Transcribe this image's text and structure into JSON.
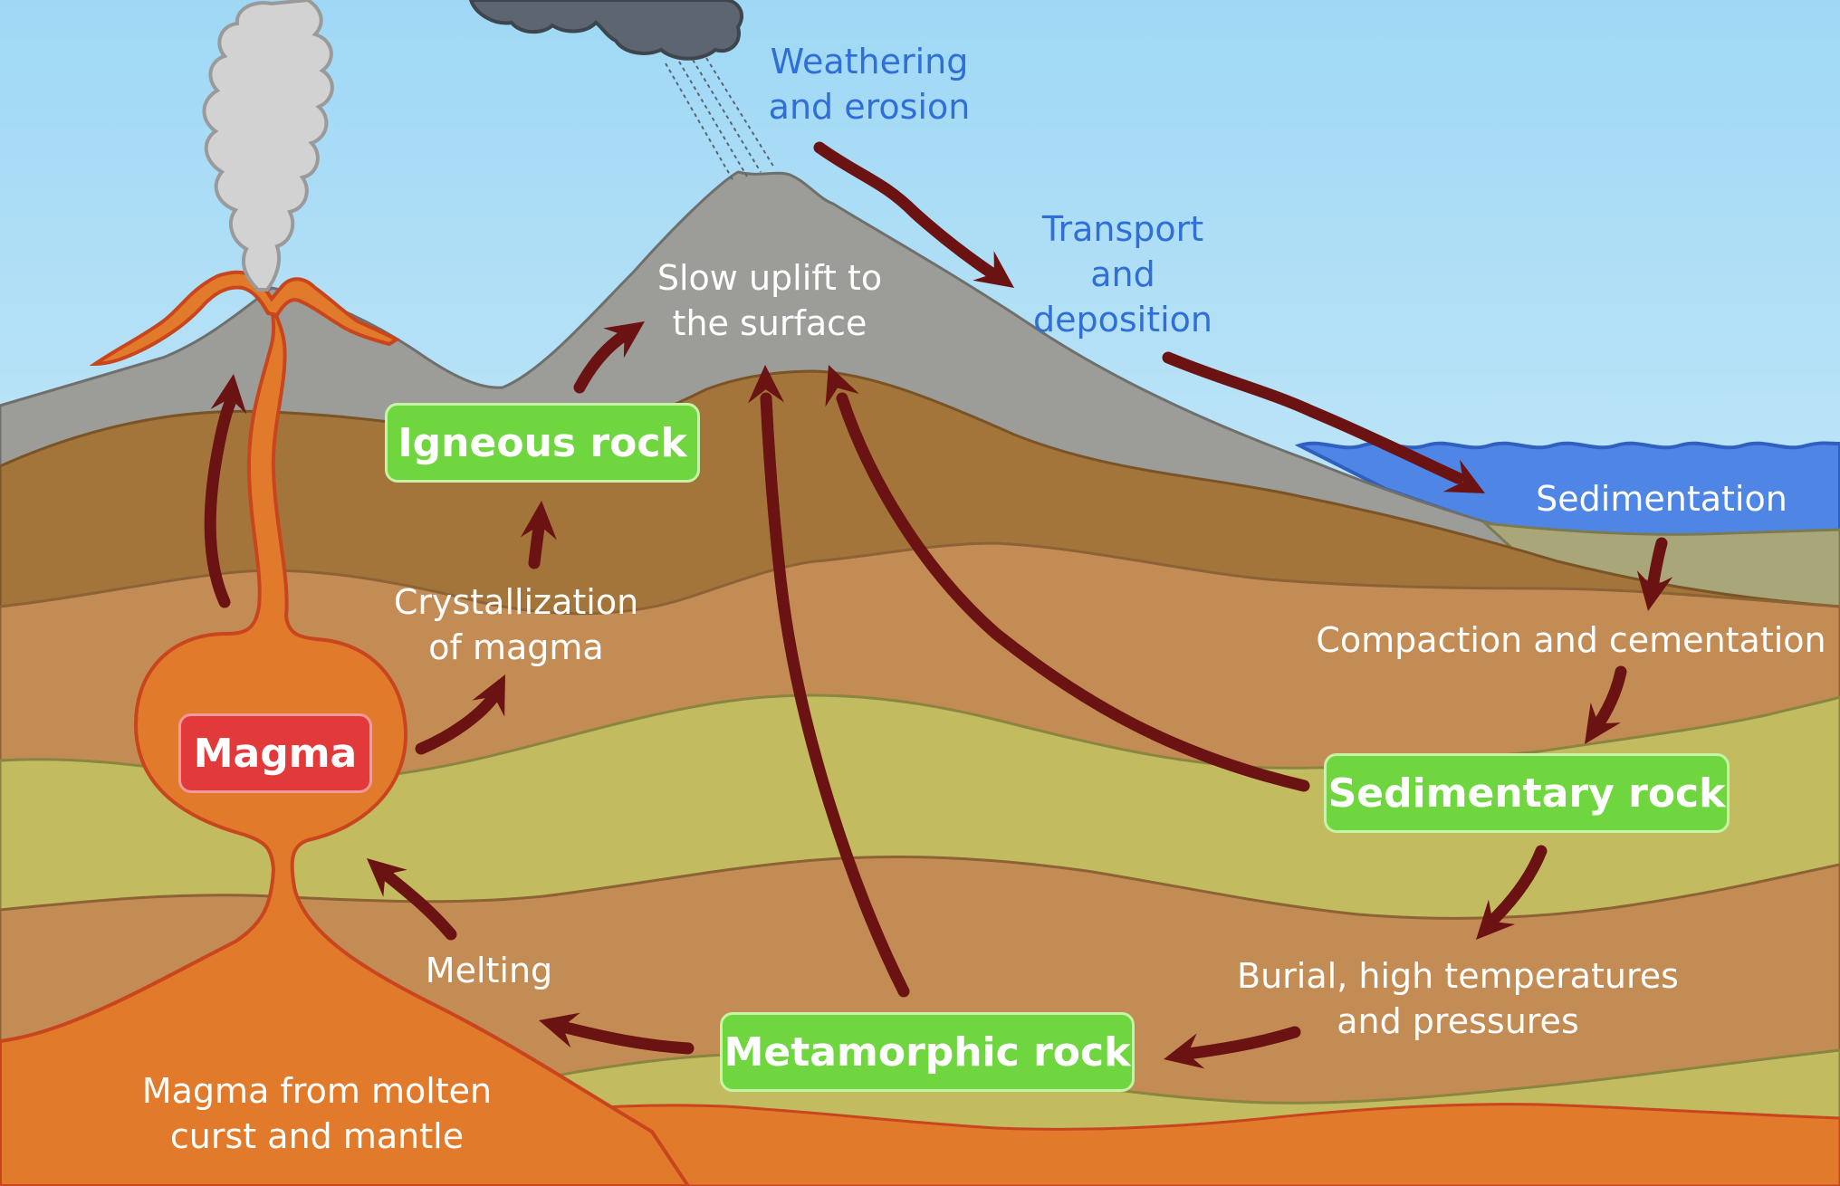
{
  "boxes": {
    "igneous": "Igneous rock",
    "magma": "Magma",
    "sedimentary": "Sedimentary rock",
    "metamorphic": "Metamorphic rock"
  },
  "labels": {
    "weathering": "Weathering\nand erosion",
    "transport": "Transport\nand\ndeposition",
    "sedimentation": "Sedimentation",
    "compaction": "Compaction and cementation",
    "burial": "Burial, high temperatures\nand pressures",
    "melting": "Melting",
    "magma_source": "Magma from molten\ncurst and mantle",
    "crystallization": "Crystallization\nof magma",
    "uplift": "Slow uplift to\nthe surface"
  },
  "colors": {
    "arrow": "#6b1212",
    "rock_box": "#6fd640",
    "magma_box": "#e23a3a",
    "magma": "#e27a2c",
    "water": "#4f86e6",
    "mountain": "#9c9c98"
  }
}
